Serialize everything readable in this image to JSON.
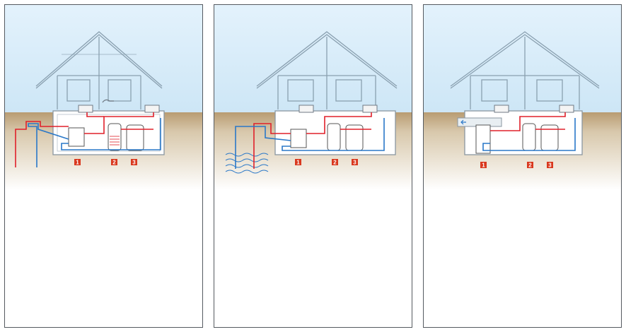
{
  "panels": [
    {
      "id": "geothermal-probe",
      "source": "borehole",
      "labels": [
        "1",
        "2",
        "3"
      ]
    },
    {
      "id": "groundwater",
      "source": "well",
      "labels": [
        "1",
        "2",
        "3"
      ]
    },
    {
      "id": "air-source",
      "source": "air",
      "labels": [
        "1",
        "2",
        "3"
      ]
    }
  ],
  "colors": {
    "sky_top": "#dceefa",
    "ground": "#b89c72",
    "pipe_hot": "#e0202a",
    "pipe_cold": "#2a78c8",
    "house_line": "#8aa0b0",
    "label_bg": "#d9381e"
  }
}
